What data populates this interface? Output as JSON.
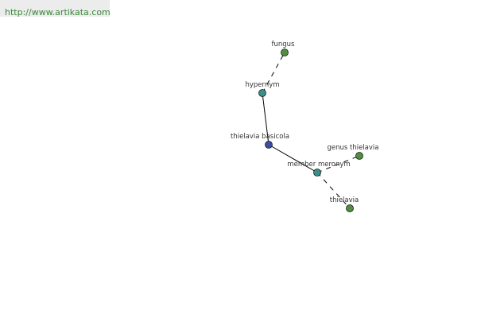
{
  "watermark": {
    "url": "http://www.artikata.com"
  },
  "graph": {
    "nodes": [
      {
        "id": "fungus",
        "label": "fungus",
        "color": "#4f8f3f"
      },
      {
        "id": "hypernym",
        "label": "hypernym",
        "color": "#3a8f8a"
      },
      {
        "id": "thielavia-basicola",
        "label": "thielavia basicola",
        "color": "#3a4fa0"
      },
      {
        "id": "member-meronym",
        "label": "member meronym",
        "color": "#3a8f8a"
      },
      {
        "id": "genus-thielavia",
        "label": "genus thielavia",
        "color": "#4f8f3f"
      },
      {
        "id": "thielavia",
        "label": "thielavia",
        "color": "#4f8f3f"
      }
    ],
    "edges": [
      {
        "from": "hypernym",
        "to": "fungus",
        "style": "dashed"
      },
      {
        "from": "thielavia-basicola",
        "to": "hypernym",
        "style": "solid"
      },
      {
        "from": "thielavia-basicola",
        "to": "member-meronym",
        "style": "solid"
      },
      {
        "from": "member-meronym",
        "to": "genus-thielavia",
        "style": "dashed"
      },
      {
        "from": "member-meronym",
        "to": "thielavia",
        "style": "dashed"
      }
    ]
  }
}
